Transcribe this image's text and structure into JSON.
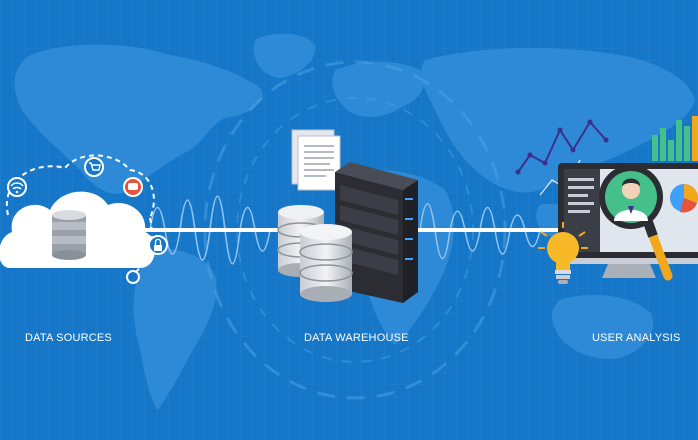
{
  "labels": {
    "data_sources": "DATA SOURCES",
    "data_warehouse": "DATA WAREHOUSE",
    "user_analysis": "USER ANALYSIS"
  },
  "icons": {
    "source_icons": [
      "wifi-icon",
      "shopping-cart-icon",
      "chat-bubble-icon",
      "lock-icon"
    ],
    "warehouse": [
      "document-icon",
      "server-rack-icon",
      "database-icon"
    ],
    "analysis": [
      "line-chart-icon",
      "bar-chart-icon",
      "monitor-icon",
      "magnifier-icon",
      "user-avatar-icon",
      "lightbulb-icon",
      "pie-chart-icon"
    ]
  },
  "colors": {
    "background": "#1677c8",
    "map": "#2e8ad6",
    "cloud": "#ffffff",
    "server": "#2b2d33",
    "accent_orange": "#f2a81d",
    "accent_red": "#e8533c",
    "accent_green": "#45c08a",
    "accent_purple": "#3b2f8f"
  }
}
